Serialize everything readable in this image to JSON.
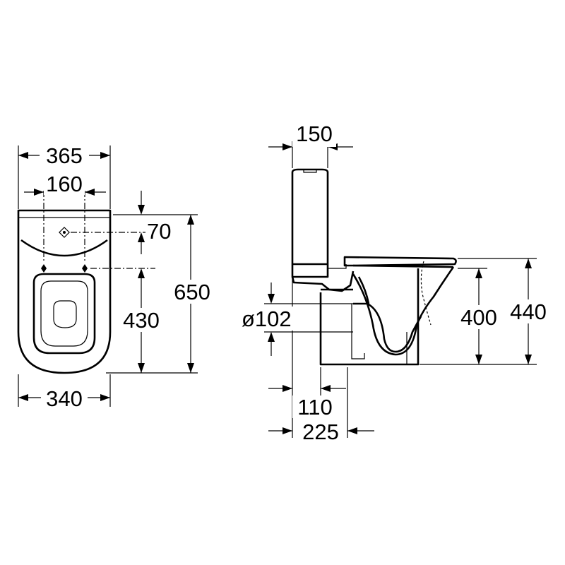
{
  "dimensions": {
    "top_overall_width": "365",
    "top_fixing_distance": "160",
    "top_fixing_offset": "70",
    "top_total_length": "650",
    "top_bowl_length": "430",
    "top_base_width": "340",
    "side_cistern_depth": "150",
    "side_outlet_diameter": "ø102",
    "side_outlet_height": "400",
    "side_seat_height": "440",
    "side_outlet_depth": "110",
    "side_cistern_to_outlet": "225"
  }
}
